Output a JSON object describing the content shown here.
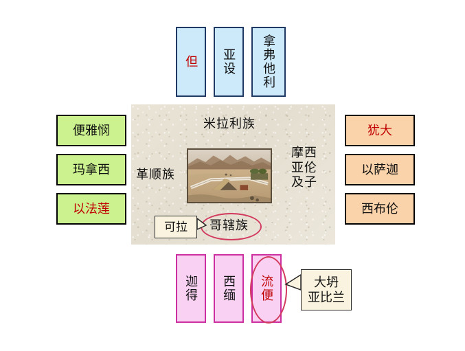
{
  "diagram": {
    "title_semantic": "israelite-camp-arrangement",
    "colors": {
      "north_fill": "#cdeafb",
      "north_border": "#1f3864",
      "west_fill": "#ccf28f",
      "west_border": "#000000",
      "east_fill": "#fbd3ab",
      "east_border": "#000000",
      "south_fill": "#f9d2f3",
      "south_border": "#cc2fa0",
      "center_fill": "#e6e0d2",
      "highlight_text": "#c00000",
      "ellipse_stroke": "#d23a5e",
      "callout_fill": "#faf3df"
    }
  },
  "north_group": {
    "boxes": [
      {
        "label": "但",
        "highlighted": true
      },
      {
        "label": "亚设",
        "highlighted": false
      },
      {
        "label": "拿弗他利",
        "highlighted": false
      }
    ]
  },
  "west_group": {
    "boxes": [
      {
        "label": "便雅悯",
        "highlighted": false
      },
      {
        "label": "玛拿西",
        "highlighted": false
      },
      {
        "label": "以法莲",
        "highlighted": true
      }
    ]
  },
  "east_group": {
    "boxes": [
      {
        "label": "犹大",
        "highlighted": true
      },
      {
        "label": "以萨迦",
        "highlighted": false
      },
      {
        "label": "西布伦",
        "highlighted": false
      }
    ]
  },
  "south_group": {
    "boxes": [
      {
        "label": "迦得",
        "highlighted": false
      },
      {
        "label": "西缅",
        "highlighted": false
      },
      {
        "label": "流便",
        "highlighted": true,
        "circled": true
      }
    ]
  },
  "center": {
    "top_label": "米拉利族",
    "left_label": "革顺族",
    "right_label": "摩西\n亚伦\n及子",
    "bottom_label": "哥辖族",
    "bottom_circled": true,
    "photo_alt": "旷野营地会幕照片"
  },
  "callouts": [
    {
      "label": "可拉",
      "points_to": "哥辖族"
    },
    {
      "label": "大坍\n亚比兰",
      "points_to": "流便"
    }
  ]
}
